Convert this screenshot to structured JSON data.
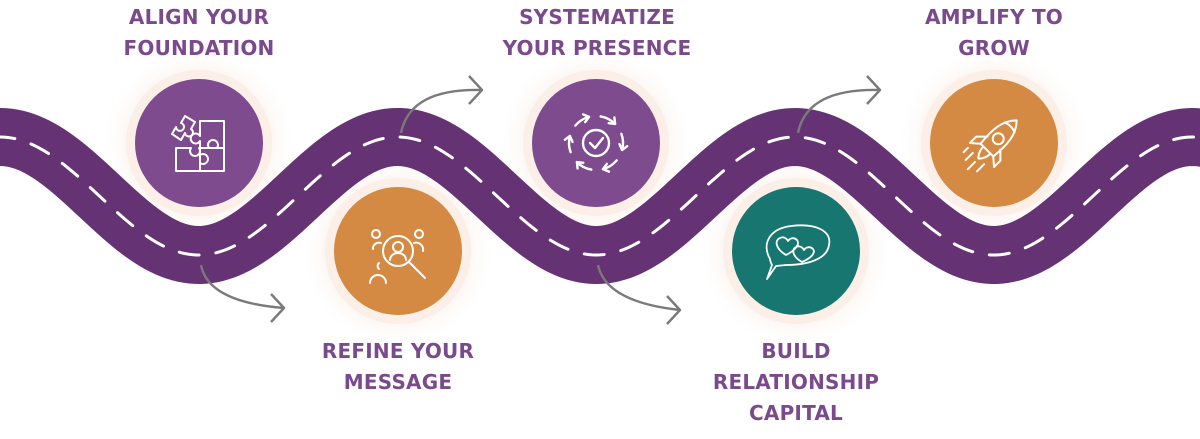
{
  "diagram": {
    "type": "winding-road-roadmap",
    "colors": {
      "road": "#653274",
      "lane_marks": "#ffffff",
      "arrow": "#7a7a7a",
      "label_text": "#7b4a8d",
      "glow": "#f6e4d8"
    },
    "steps": [
      {
        "order": 1,
        "label_lines": [
          "ALIGN YOUR",
          "FOUNDATION"
        ],
        "icon": "puzzle-icon",
        "color": "#7d4b8e",
        "position": "above-road"
      },
      {
        "order": 2,
        "label_lines": [
          "REFINE YOUR",
          "MESSAGE"
        ],
        "icon": "people-search-icon",
        "color": "#d48a42",
        "position": "below-road"
      },
      {
        "order": 3,
        "label_lines": [
          "SYSTEMATIZE",
          "YOUR PRESENCE"
        ],
        "icon": "cycle-check-icon",
        "color": "#7d4b8e",
        "position": "above-road"
      },
      {
        "order": 4,
        "label_lines": [
          "BUILD",
          "RELATIONSHIP",
          "CAPITAL"
        ],
        "icon": "heart-speech-bubble-icon",
        "color": "#17766f",
        "position": "below-road"
      },
      {
        "order": 5,
        "label_lines": [
          "AMPLIFY TO",
          "GROW"
        ],
        "icon": "rocket-icon",
        "color": "#d48a42",
        "position": "above-road"
      }
    ],
    "connectors": [
      {
        "from": 1,
        "to": 2,
        "icon": "curved-arrow-right-icon"
      },
      {
        "from": 2,
        "to": 3,
        "icon": "curved-arrow-right-icon"
      },
      {
        "from": 3,
        "to": 4,
        "icon": "curved-arrow-right-icon"
      },
      {
        "from": 4,
        "to": 5,
        "icon": "curved-arrow-right-icon"
      }
    ]
  }
}
